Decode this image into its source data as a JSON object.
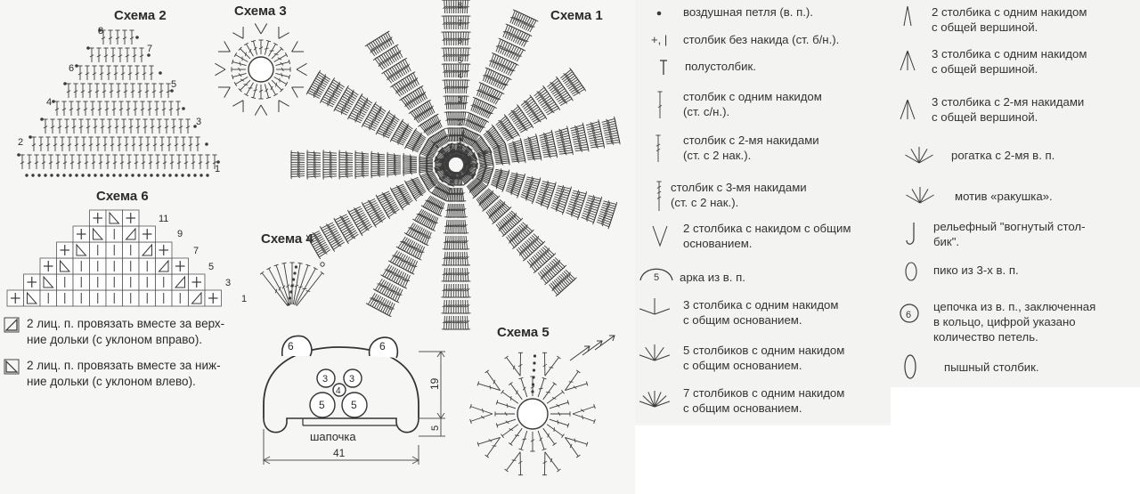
{
  "titles": {
    "s1": "Схема 1",
    "s2": "Схема 2",
    "s3": "Схема 3",
    "s4": "Схема 4",
    "s5": "Схема 5",
    "s6": "Схема 6"
  },
  "schema2_rows": [
    "1",
    "2",
    "3",
    "4",
    "5",
    "6",
    "7",
    "8"
  ],
  "schema1_rows": [
    "1",
    "2",
    "3",
    "4",
    "5",
    "6",
    "7",
    "8"
  ],
  "schema6_rows": [
    "1",
    "3",
    "5",
    "7",
    "9",
    "11"
  ],
  "schema6_notes": {
    "right_1": "2 лиц. п. провязать вместе за верх-",
    "right_2": "ние дольки (с уклоном вправо).",
    "left_1": "2 лиц. п. провязать вместе за ниж-",
    "left_2": "ние дольки (с уклоном влево)."
  },
  "hat": {
    "label": "шапочка",
    "width": "41",
    "height": "19",
    "bottom": "5",
    "ear_left": "6",
    "ear_right": "6",
    "circles": [
      "3",
      "3",
      "4",
      "5",
      "5"
    ]
  },
  "legend_left": [
    {
      "symbol": "•",
      "l1": "воздушная петля  (в. п.).",
      "l2": ""
    },
    {
      "symbol": "+, |",
      "l1": "столбик без накида (ст. б/н.).",
      "l2": ""
    },
    {
      "symbol": "T",
      "l1": "полустолбик.",
      "l2": ""
    },
    {
      "symbol": "†",
      "l1": "столбик с одним накидом",
      "l2": "(ст. с/н.)."
    },
    {
      "symbol": "‡",
      "l1": "столбик с 2-мя накидами",
      "l2": "(ст. с 2 нак.)."
    },
    {
      "symbol": "‡",
      "l1": "столбик с 3-мя накидами",
      "l2": "(ст. с 2 нак.)."
    },
    {
      "symbol": "V",
      "l1": "2 столбика с накидом с общим",
      "l2": "основанием."
    },
    {
      "symbol": "5",
      "l1": "арка из в. п.",
      "l2": ""
    },
    {
      "symbol": "W",
      "l1": "3 столбика с одним накидом",
      "l2": "с общим основанием."
    },
    {
      "symbol": "W",
      "l1": "5 столбиков с одним накидом",
      "l2": "с общим основанием."
    },
    {
      "symbol": "W",
      "l1": "7 столбиков с одним накидом",
      "l2": "с общим основанием."
    }
  ],
  "legend_right": [
    {
      "symbol": "Λ",
      "l1": "2 столбика с одним накидом",
      "l2": "с общей вершиной."
    },
    {
      "symbol": "Λ",
      "l1": "3 столбика с одним накидом",
      "l2": "с общей вершиной."
    },
    {
      "symbol": "Λ",
      "l1": "3 столбика с 2-мя накидами",
      "l2": "с общей вершиной."
    },
    {
      "symbol": "ψ",
      "l1": "рогатка с 2-мя в. п.",
      "l2": ""
    },
    {
      "symbol": "ψ",
      "l1": "мотив «ракушка».",
      "l2": ""
    },
    {
      "symbol": "Ϛ",
      "l1": "рельефный \"вогнутый стол-",
      "l2": "бик\"."
    },
    {
      "symbol": "◯",
      "l1": "пико из 3-х в. п.",
      "l2": ""
    },
    {
      "symbol": "6",
      "l1": "цепочка из в. п., заключенная",
      "l2": "в кольцо, цифрой указано",
      "l3": "количество петель."
    },
    {
      "symbol": "0",
      "l1": "пышный столбик.",
      "l2": ""
    }
  ]
}
